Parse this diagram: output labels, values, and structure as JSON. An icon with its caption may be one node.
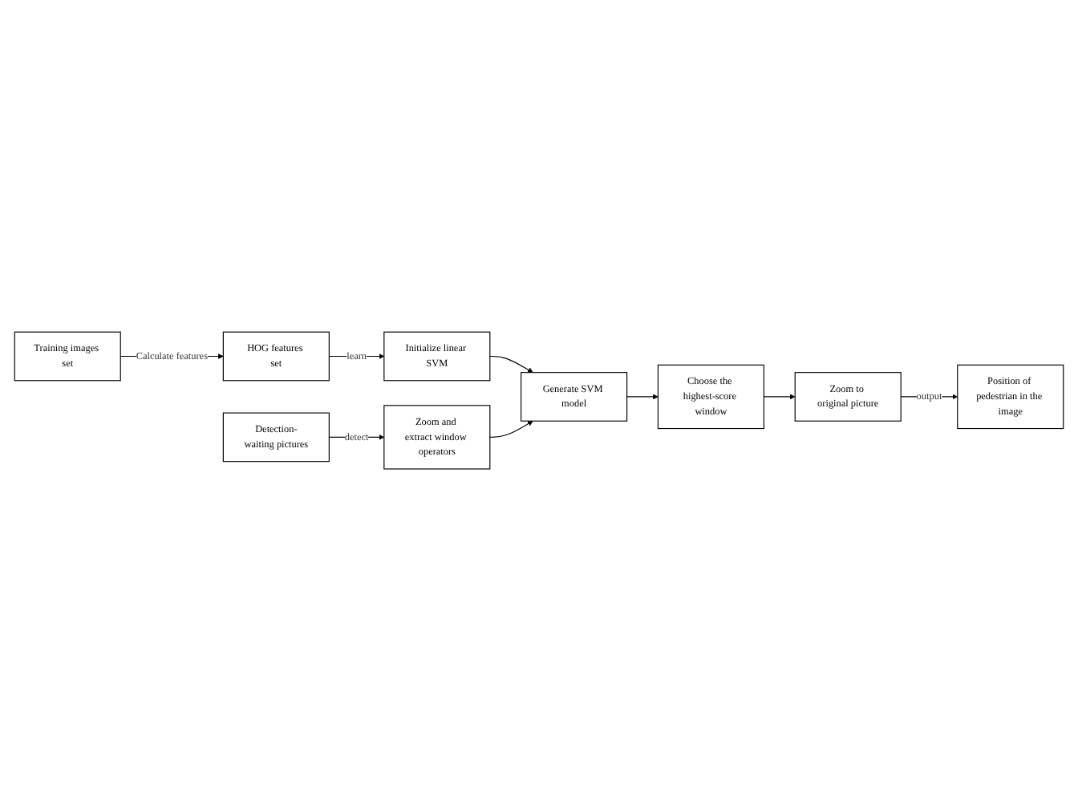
{
  "diagram": {
    "nodes": [
      {
        "text": [
          "Training images set"
        ]
      },
      {
        "text": [
          "HOG features set"
        ]
      },
      {
        "text": [
          "Initialize linear SVM"
        ]
      },
      {
        "text": [
          "Detection-waiting pictures"
        ]
      },
      {
        "text": [
          "Zoom and extract window operators"
        ]
      },
      {
        "text": [
          "Generate SVM model"
        ]
      },
      {
        "text": [
          "Position of pedestrian in the image"
        ]
      },
      {
        "text": [
          "Zoom to original picture"
        ]
      },
      {
        "text": [
          "Choose the highest-score window"
        ]
      }
    ],
    "edges": [
      {
        "from": 0,
        "to": 1,
        "arrow": "to",
        "label": "Calculate features"
      },
      {
        "from": 1,
        "to": 2,
        "arrow": "to",
        "label": "learn"
      },
      {
        "from": 2,
        "to": 5,
        "arrow": "to"
      },
      {
        "from": 3,
        "to": 4,
        "arrow": "to",
        "label": "detect"
      },
      {
        "from": 4,
        "to": 5,
        "arrow": "to"
      },
      {
        "from": 5,
        "to": 8,
        "arrow": "to"
      },
      {
        "from": 8,
        "to": 7,
        "arrow": "to"
      },
      {
        "from": 7,
        "to": 6,
        "arrow": "to",
        "label": "output"
      }
    ]
  }
}
